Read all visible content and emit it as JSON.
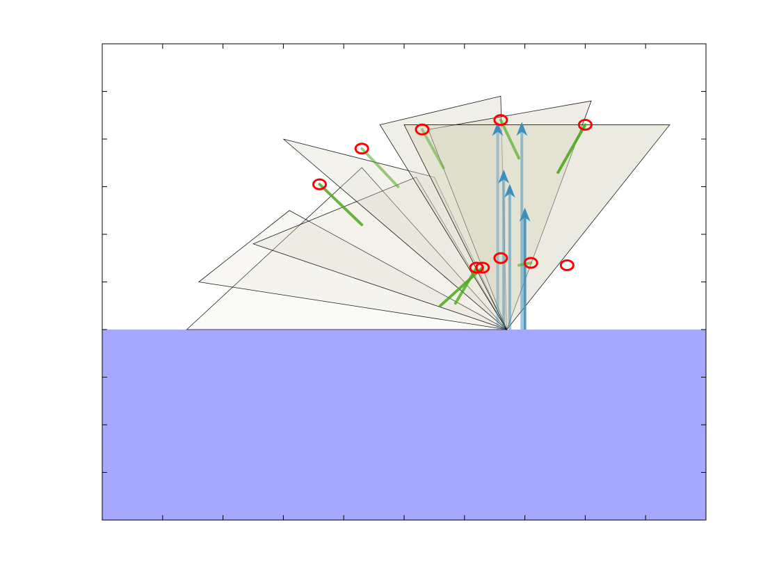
{
  "figure": {
    "colors": {
      "background": "#ffffff",
      "ground": "#a5a8fc",
      "plate_fill": "#d8d5c0",
      "plate_stroke": "#000000",
      "contact_marker": "#ff0000",
      "green_force": "#4ca81c",
      "blue_force": "#3d8fbe"
    },
    "plates": [
      {
        "opacity": 0.12,
        "vertices": [
          [
            -5.1,
            0
          ],
          [
            -2.2,
            3.4
          ],
          [
            0.2,
            0
          ]
        ]
      },
      {
        "opacity": 0.18,
        "vertices": [
          [
            -4.9,
            1.0
          ],
          [
            -3.4,
            2.5
          ],
          [
            0.2,
            0
          ]
        ]
      },
      {
        "opacity": 0.23,
        "vertices": [
          [
            -4.0,
            1.8
          ],
          [
            -1.3,
            3.2
          ],
          [
            0.2,
            0
          ]
        ]
      },
      {
        "opacity": 0.3,
        "vertices": [
          [
            -3.5,
            4.0
          ],
          [
            -1.0,
            3.2
          ],
          [
            0.2,
            0
          ]
        ]
      },
      {
        "opacity": 0.38,
        "vertices": [
          [
            0.2,
            0
          ],
          [
            0.1,
            4.9
          ],
          [
            -1.9,
            4.3
          ]
        ]
      },
      {
        "opacity": 0.42,
        "vertices": [
          [
            0.2,
            0
          ],
          [
            1.6,
            4.8
          ],
          [
            -1.1,
            4.2
          ]
        ]
      },
      {
        "opacity": 0.48,
        "vertices": [
          [
            0.2,
            0
          ],
          [
            2.9,
            4.3
          ],
          [
            -1.5,
            4.3
          ]
        ]
      }
    ],
    "contacts": [
      {
        "x": -2.9,
        "y": 3.05
      },
      {
        "x": -2.2,
        "y": 3.8
      },
      {
        "x": -1.2,
        "y": 4.2
      },
      {
        "x": 0.1,
        "y": 4.4
      },
      {
        "x": 1.5,
        "y": 4.3
      },
      {
        "x": -0.2,
        "y": 1.3
      },
      {
        "x": -0.3,
        "y": 1.3
      },
      {
        "x": 0.1,
        "y": 1.5
      },
      {
        "x": 0.6,
        "y": 1.4
      },
      {
        "x": 1.2,
        "y": 1.35
      }
    ],
    "green_forces": [
      {
        "from": [
          -2.9,
          3.05
        ],
        "to": [
          -2.2,
          2.2
        ],
        "opacity": 0.85
      },
      {
        "from": [
          -2.2,
          3.8
        ],
        "to": [
          -1.6,
          3.0
        ],
        "opacity": 0.55
      },
      {
        "from": [
          -1.2,
          4.2
        ],
        "to": [
          -0.85,
          3.4
        ],
        "opacity": 0.5
      },
      {
        "from": [
          0.1,
          4.4
        ],
        "to": [
          0.4,
          3.6
        ],
        "opacity": 0.65
      },
      {
        "from": [
          1.5,
          4.3
        ],
        "to": [
          1.05,
          3.3
        ],
        "opacity": 0.9
      },
      {
        "from": [
          -0.2,
          1.3
        ],
        "to": [
          -0.9,
          0.5
        ],
        "opacity": 0.85
      },
      {
        "from": [
          -0.3,
          1.3
        ],
        "to": [
          -0.65,
          0.55
        ],
        "opacity": 0.8
      },
      {
        "from": [
          0.6,
          1.4
        ],
        "to": [
          0.4,
          1.35
        ],
        "opacity": 0.6
      }
    ],
    "blue_forces": [
      {
        "from": [
          0.15,
          0
        ],
        "to": [
          0.15,
          3.3
        ],
        "opacity": 0.5
      },
      {
        "from": [
          0.25,
          0
        ],
        "to": [
          0.25,
          3.0
        ],
        "opacity": 0.55
      },
      {
        "from": [
          0.45,
          0
        ],
        "to": [
          0.45,
          4.3
        ],
        "opacity": 0.5
      },
      {
        "from": [
          0.5,
          0
        ],
        "to": [
          0.5,
          2.5
        ],
        "opacity": 0.9
      },
      {
        "from": [
          0.05,
          0
        ],
        "to": [
          0.05,
          4.3
        ],
        "opacity": 0.4
      }
    ]
  }
}
